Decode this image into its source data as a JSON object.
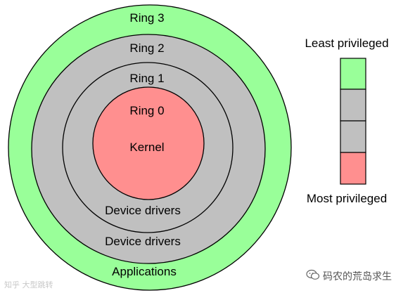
{
  "colors": {
    "ring3": "#99ff99",
    "ring2": "#c0c0c0",
    "ring1": "#c0c0c0",
    "ring0": "#ff8f8f",
    "stroke": "#000000"
  },
  "rings": [
    {
      "key": "ring3",
      "name": "Ring 3",
      "content": "Applications"
    },
    {
      "key": "ring2",
      "name": "Ring 2",
      "content": "Device drivers"
    },
    {
      "key": "ring1",
      "name": "Ring 1",
      "content": "Device drivers"
    },
    {
      "key": "ring0",
      "name": "Ring 0",
      "content": "Kernel"
    }
  ],
  "legend": {
    "top_label": "Least privileged",
    "bottom_label": "Most privileged",
    "cells": [
      "ring3",
      "ring2",
      "ring1",
      "ring0"
    ]
  },
  "watermarks": {
    "left": "知乎 大型跳转",
    "right": "码农的荒岛求生",
    "right_icon": "wechat-icon"
  }
}
